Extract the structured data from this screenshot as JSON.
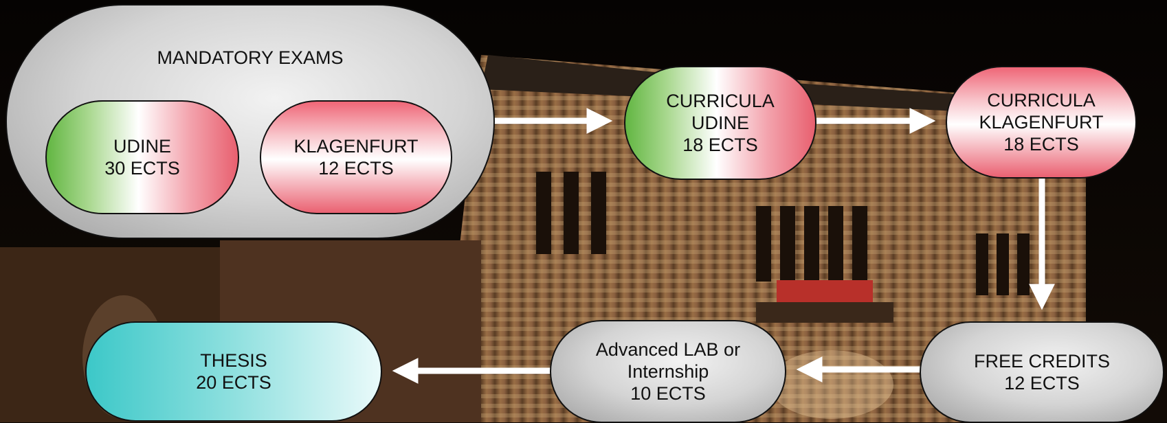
{
  "diagram": {
    "mandatory": {
      "title": "MANDATORY EXAMS"
    },
    "udine": {
      "line1": "UDINE",
      "line2": "30 ECTS"
    },
    "klagenfurt": {
      "line1": "KLAGENFURT",
      "line2": "12 ECTS"
    },
    "curricula_udine": {
      "line1": "CURRICULA",
      "line2": "UDINE",
      "line3": "18 ECTS"
    },
    "curricula_klagenfurt": {
      "line1": "CURRICULA",
      "line2": "KLAGENFURT",
      "line3": "18 ECTS"
    },
    "free_credits": {
      "line1": "FREE CREDITS",
      "line2": "12 ECTS"
    },
    "advanced_lab": {
      "line1": "Advanced LAB or",
      "line2": "Internship",
      "line3": "10 ECTS"
    },
    "thesis": {
      "line1": "THESIS",
      "line2": "20 ECTS"
    },
    "colors": {
      "udine_green": "#62b642",
      "austria_red": "#e8606f",
      "thesis_teal": "#3cc8c8",
      "box_grey": "#d4d4d4",
      "arrow": "#ffffff"
    }
  }
}
